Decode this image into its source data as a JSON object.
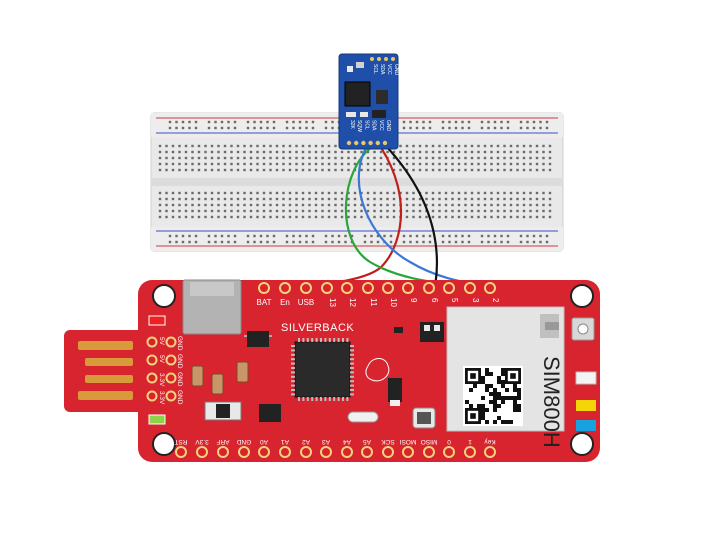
{
  "board": {
    "brand": "SILVERBACK",
    "module": "SIM800H",
    "top_pins": [
      "BAT",
      "En",
      "USB",
      "13",
      "12",
      "11",
      "10",
      "9",
      "6",
      "5",
      "3",
      "2"
    ],
    "bottom_pins": [
      "RST",
      "3.3V",
      "ARF",
      "GND",
      "A0",
      "A1",
      "A2",
      "A3",
      "A4",
      "A5",
      "SCK",
      "MOSI",
      "MISO",
      "0",
      "1",
      "Key"
    ],
    "usb_pins": [
      {
        "left": "5V",
        "right": "GND"
      },
      {
        "left": "5V",
        "right": "GND"
      },
      {
        "left": "3.3V",
        "right": "GND"
      },
      {
        "left": "3.3V",
        "right": "GND"
      }
    ]
  },
  "rtc_module": {
    "top_pins": [
      "SCL",
      "SDA",
      "VCC",
      "GND"
    ],
    "bottom_pins": [
      "32K",
      "SQW",
      "SCL",
      "SDA",
      "VCC",
      "GND"
    ]
  },
  "wires": [
    {
      "color": "#c0201a",
      "name": "red"
    },
    {
      "color": "#2aa53a",
      "name": "green"
    },
    {
      "color": "#3a78d6",
      "name": "blue"
    },
    {
      "color": "#111111",
      "name": "black"
    }
  ],
  "colors": {
    "board": "#d8242f",
    "board_dark": "#b81c25",
    "rtc": "#1f4fa8",
    "breadboard": "#e8e8e8"
  }
}
